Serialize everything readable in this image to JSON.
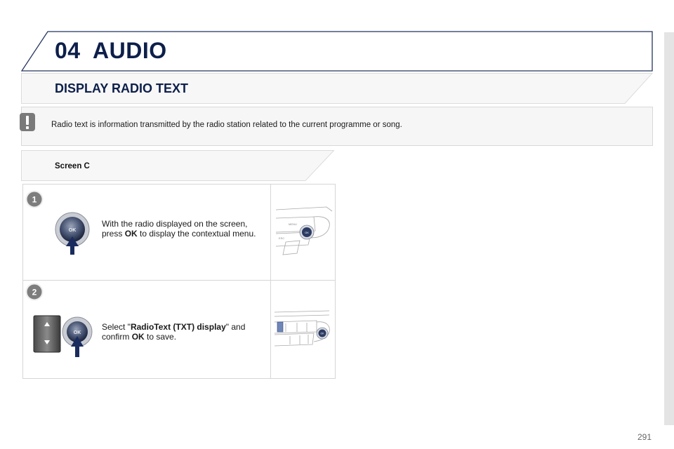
{
  "chapter": {
    "number": "04",
    "title": "AUDIO"
  },
  "section": {
    "title": "DISPLAY RADIO TEXT"
  },
  "info": {
    "text": "Radio text is information transmitted by the radio station related to the current programme or song."
  },
  "screen": {
    "label": "Screen C"
  },
  "steps": [
    {
      "number": "1",
      "text_parts": [
        "With the radio displayed on the screen, press ",
        "OK",
        " to display the contextual menu."
      ]
    },
    {
      "number": "2",
      "text_parts": [
        "Select \"",
        "RadioText (TXT) display",
        "\" and confirm ",
        "OK",
        " to save."
      ]
    }
  ],
  "ok_label": "OK",
  "panel_labels": {
    "menu": "MENU",
    "esc": "ESC"
  },
  "page_number": "291",
  "colors": {
    "accent": "#0d1f4a",
    "badge": "#7d7d7d",
    "arrow": "#1a2c5e"
  }
}
